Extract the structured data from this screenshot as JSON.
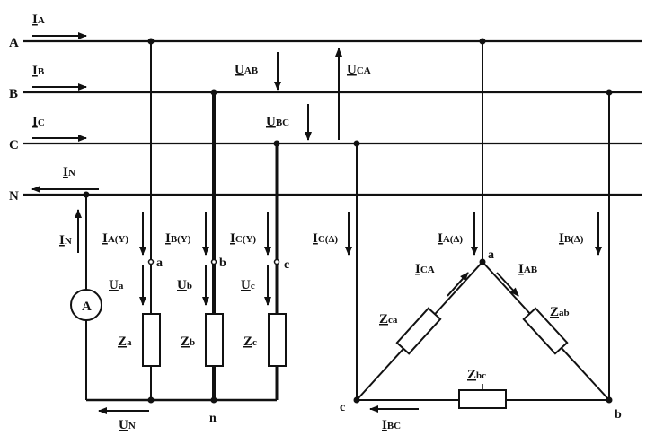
{
  "lines": {
    "A": "A",
    "B": "B",
    "C": "C",
    "N": "N"
  },
  "line_currents": {
    "IA": {
      "main": "I",
      "sub": "A"
    },
    "IB": {
      "main": "I",
      "sub": "B"
    },
    "IC": {
      "main": "I",
      "sub": "C"
    },
    "IN": {
      "main": "I",
      "sub": "N"
    }
  },
  "line_voltages": {
    "UAB": {
      "main": "U",
      "sub": "AB"
    },
    "UBC": {
      "main": "U",
      "sub": "BC"
    },
    "UCA": {
      "main": "U",
      "sub": "CA"
    }
  },
  "star": {
    "IN_branch": {
      "main": "I",
      "sub": "N"
    },
    "ammeter": "A",
    "phase_currents": [
      {
        "main": "I",
        "sub": "A(Y)"
      },
      {
        "main": "I",
        "sub": "B(Y)"
      },
      {
        "main": "I",
        "sub": "C(Y)"
      }
    ],
    "nodes": [
      "a",
      "b",
      "c"
    ],
    "phase_voltages": [
      {
        "main": "U",
        "sub": "a"
      },
      {
        "main": "U",
        "sub": "b"
      },
      {
        "main": "U",
        "sub": "c"
      }
    ],
    "impedances": [
      {
        "main": "Z",
        "sub": "a"
      },
      {
        "main": "Z",
        "sub": "b"
      },
      {
        "main": "Z",
        "sub": "c"
      }
    ],
    "neutral_node": "n",
    "neutral_voltage": {
      "main": "U",
      "sub": "N"
    }
  },
  "delta": {
    "line_currents": [
      {
        "main": "I",
        "sub": "C(Δ)"
      },
      {
        "main": "I",
        "sub": "A(Δ)"
      },
      {
        "main": "I",
        "sub": "B(Δ)"
      }
    ],
    "nodes": {
      "a": "a",
      "b": "b",
      "c": "c"
    },
    "phase_currents": {
      "ICA": {
        "main": "I",
        "sub": "CA"
      },
      "IAB": {
        "main": "I",
        "sub": "AB"
      },
      "IBC": {
        "main": "I",
        "sub": "BC"
      }
    },
    "impedances": {
      "Zca": {
        "main": "Z",
        "sub": "ca"
      },
      "Zab": {
        "main": "Z",
        "sub": "ab"
      },
      "Zbc": {
        "main": "Z",
        "sub": "bc"
      }
    }
  }
}
